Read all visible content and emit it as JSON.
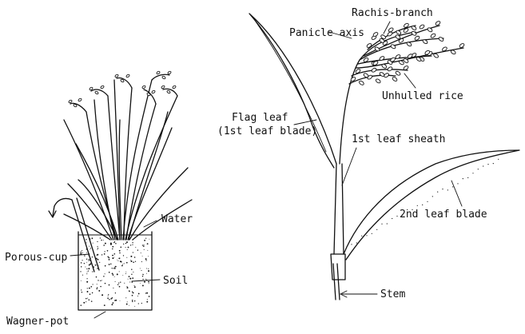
{
  "labels": {
    "rachis_branch": "Rachis-branch",
    "panicle_axis": "Panicle axis",
    "unhulled_rice": "Unhulled rice",
    "flag_leaf_line1": "Flag leaf",
    "flag_leaf_line2": "(1st leaf blade)",
    "first_leaf_sheath": "1st leaf sheath",
    "second_leaf_blade": "2nd leaf blade",
    "stem": "Stem",
    "water": "Water",
    "porous_cup": "Porous-cup",
    "soil": "Soil",
    "wagner_pot": "Wagner-pot"
  }
}
